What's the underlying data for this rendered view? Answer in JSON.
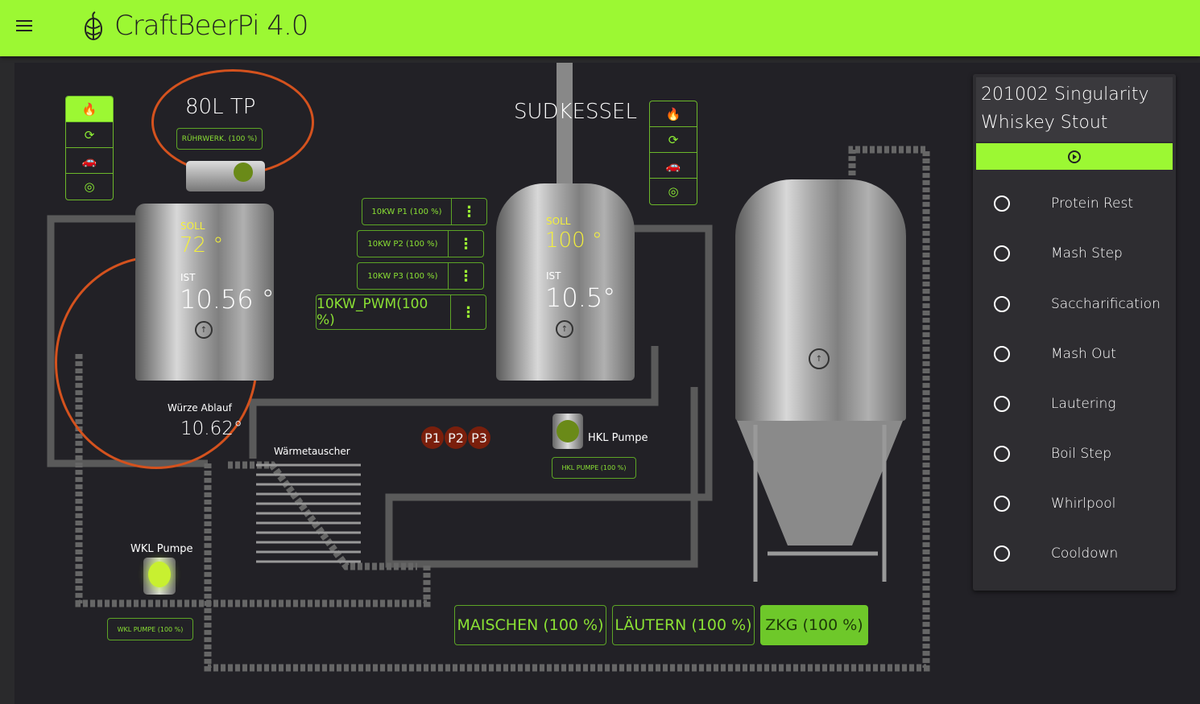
{
  "header": {
    "title": "CraftBeerPi 4.0",
    "menu_icon": "hamburger-icon",
    "logo_icon": "hop-icon"
  },
  "colors": {
    "accent": "#9cf833",
    "background": "#222126",
    "heater_badge": "#7a1f0c"
  },
  "kettle1": {
    "name": "80L TP",
    "agitator": "RÜHRWERK. (100 %)",
    "soll_label": "SOLL",
    "soll_value": "72 °",
    "ist_label": "IST",
    "ist_value": "10.56 °",
    "toolbar": [
      "flame-icon",
      "sync-icon",
      "car-icon",
      "target-icon"
    ]
  },
  "kettle2": {
    "name": "SUDKESSEL",
    "soll_label": "SOLL",
    "soll_value": "100 °",
    "ist_label": "IST",
    "ist_value": "10.5°",
    "toolbar": [
      "flame-icon",
      "sync-icon",
      "car-icon",
      "target-icon"
    ],
    "actors": [
      {
        "label": "10KW P1 (100 %)"
      },
      {
        "label": "10KW P2 (100 %)"
      },
      {
        "label": "10KW P3 (100 %)"
      },
      {
        "label": "10KW_PWM(100 %)"
      }
    ],
    "heaters": [
      "P1",
      "P2",
      "P3"
    ]
  },
  "sensor": {
    "label": "Würze Ablauf",
    "value": "10.62°"
  },
  "heat_exchanger": {
    "label": "Wärmetauscher"
  },
  "hkl_pump": {
    "label": "HKL Pumpe",
    "button": "HKL PUMPE (100 %)"
  },
  "wkl_pump": {
    "label": "WKL Pumpe",
    "button": "WKL PUMPE (100 %)"
  },
  "bottom_buttons": [
    {
      "label": "MAISCHEN (100 %)",
      "active": false
    },
    {
      "label": "LÄUTERN (100 %)",
      "active": false
    },
    {
      "label": "ZKG (100 %)",
      "active": true
    }
  ],
  "sidebar": {
    "recipe_line1": "201002 Singularity",
    "recipe_line2": "Whiskey Stout",
    "start_icon": "play-circle-icon",
    "steps": [
      "Protein Rest",
      "Mash Step",
      "Saccharification",
      "Mash Out",
      "Lautering",
      "Boil Step",
      "Whirlpool",
      "Cooldown"
    ]
  }
}
